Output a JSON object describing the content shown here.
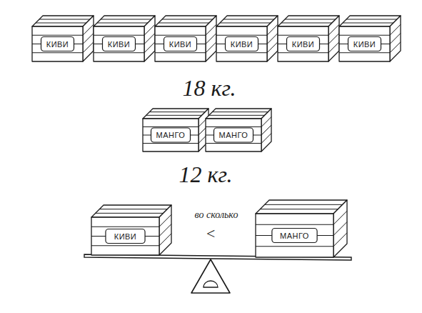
{
  "diagram": {
    "nodes": [
      {
        "text": [
          "КИВИ"
        ]
      },
      {
        "text": [
          "КИВИ"
        ]
      },
      {
        "text": [
          "КИВИ"
        ]
      },
      {
        "text": [
          "КИВИ"
        ]
      },
      {
        "text": [
          "КИВИ"
        ]
      },
      {
        "text": [
          "КИВИ"
        ]
      },
      {
        "text": [
          "МАНГО"
        ]
      },
      {
        "text": [
          "МАНГО"
        ]
      },
      {
        "text": [
          "КИВИ"
        ]
      },
      {
        "text": [
          "МАНГО"
        ]
      }
    ],
    "labels": [
      "18 кг.",
      "12 кг.",
      "во сколько",
      "<"
    ]
  }
}
